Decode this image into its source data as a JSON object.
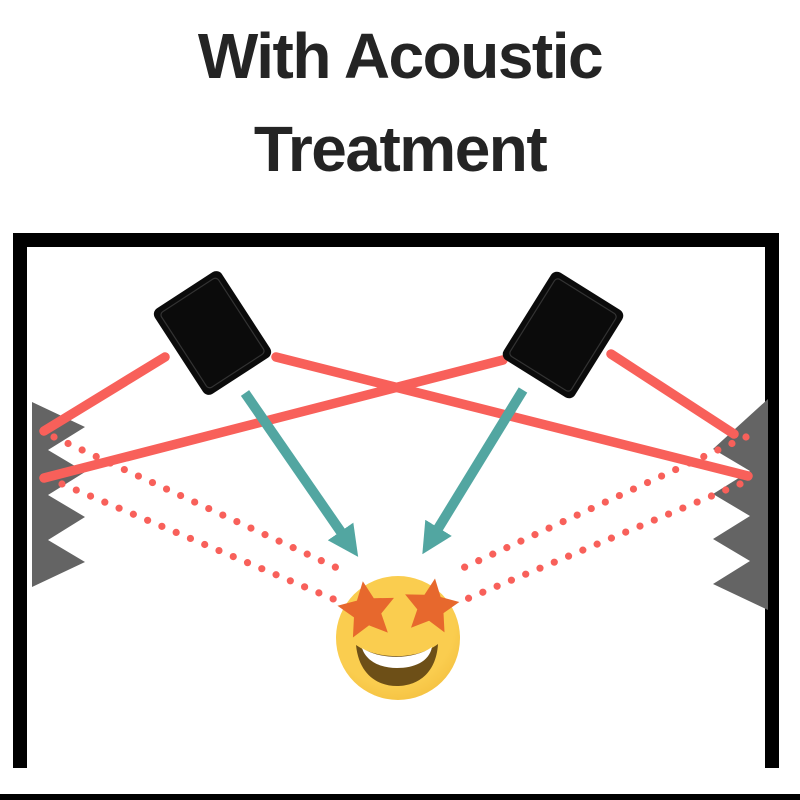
{
  "title": {
    "line1": "With Acoustic",
    "line2": "Treatment"
  },
  "colors": {
    "background": "#FFFFFF",
    "title_text": "#242424",
    "wall": "#000000",
    "panel_gray": "#646464",
    "reflection_red": "#F8605A",
    "direct_teal": "#52A6A1",
    "speaker": "#0B0B0B",
    "speaker_inner_line": "#333333",
    "emoji_face": "#FACD4F",
    "emoji_face_edge": "#F3BE3D",
    "emoji_star": "#E7682D",
    "emoji_mouth": "#6D4F17",
    "emoji_teeth": "#FFFFFF"
  },
  "diagram": {
    "room": "room-with-black-walls",
    "speakers": [
      "left-speaker",
      "right-speaker"
    ],
    "acoustic_panels": [
      "left-wall-panel",
      "right-wall-panel"
    ],
    "listener": "star-struck-emoji",
    "listener_glyph": "🤩",
    "direct_sound_arrows": 2,
    "solid_reflection_lines": 4,
    "absorbed_reflection_dotted_lines": 4
  }
}
